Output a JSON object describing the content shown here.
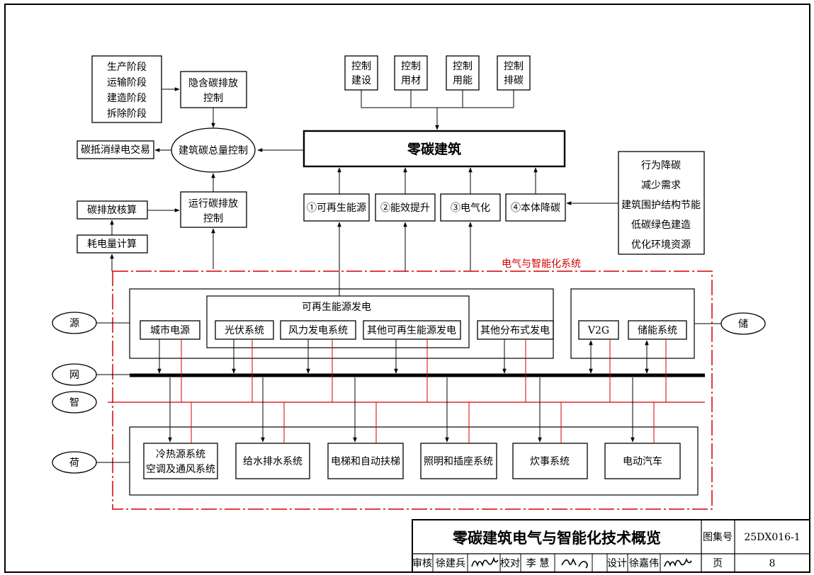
{
  "diagram": {
    "stages": [
      "生产阶段",
      "运输阶段",
      "建造阶段",
      "拆除阶段"
    ],
    "embodied_control": [
      "隐含碳排放",
      "控制"
    ],
    "offset_trade": "碳抵消绿电交易",
    "total_control": "建筑碳总量控制",
    "carbon_accounting": "碳排放核算",
    "power_calc": "耗电量计算",
    "operation_control": [
      "运行碳排放",
      "控制"
    ],
    "controls": [
      [
        "控制",
        "建设"
      ],
      [
        "控制",
        "用材"
      ],
      [
        "控制",
        "用能"
      ],
      [
        "控制",
        "排碳"
      ]
    ],
    "zero_carbon": "零碳建筑",
    "measures": [
      "①可再生能源",
      "②能效提升",
      "③电气化",
      "④本体降碳"
    ],
    "actions": [
      "行为降碳",
      "减少需求",
      "建筑围护结构节能",
      "低碳绿色建造",
      "优化环境资源"
    ],
    "system_label": "电气与智能化系统",
    "renewable_group": "可再生能源发电",
    "sources": [
      "城市电源",
      "光伏系统",
      "风力发电系统",
      "其他可再生能源发电",
      "其他分布式发电"
    ],
    "storage": [
      "V2G",
      "储能系统"
    ],
    "bubbles": [
      "源",
      "网",
      "智",
      "荷",
      "储"
    ],
    "loads": [
      [
        "冷热源系统",
        "空调及通风系统"
      ],
      [
        "给水排水系统"
      ],
      [
        "电梯和自动扶梯"
      ],
      [
        "照明和插座系统"
      ],
      [
        "炊事系统"
      ],
      [
        "电动汽车"
      ]
    ]
  },
  "titleblock": {
    "title": "零碳建筑电气与智能化技术概览",
    "atlas_label": "图集号",
    "atlas_no": "25DX016-1",
    "review_label": "审核",
    "reviewer": "徐建兵",
    "reviewer_sig": "徐建兵",
    "check_label": "校对",
    "checker": "李 慧",
    "checker_sig": "李慧",
    "design_label": "设计",
    "designer": "徐嘉伟",
    "designer_sig": "徐嘉伟",
    "page_label": "页",
    "page_no": "8"
  }
}
